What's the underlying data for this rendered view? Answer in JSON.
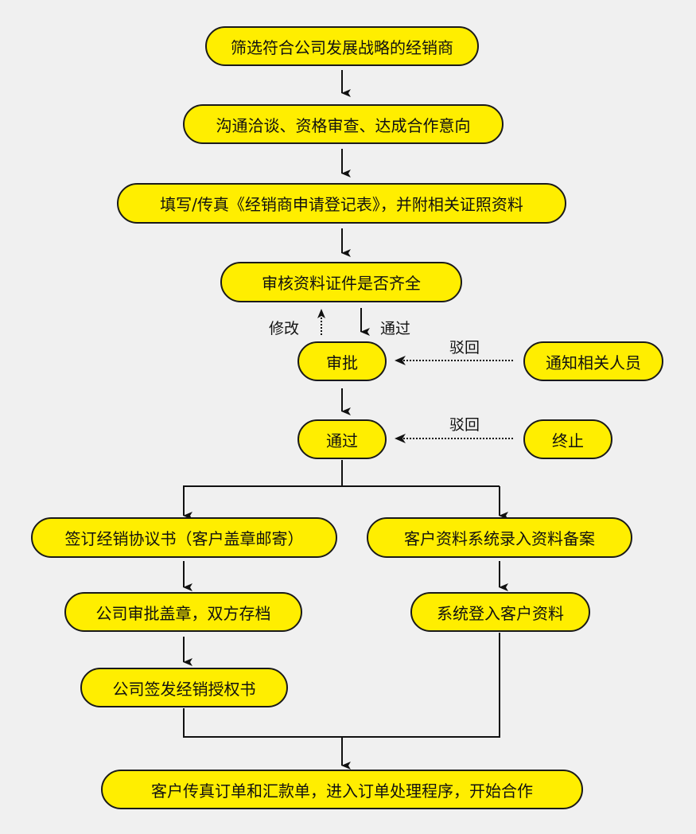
{
  "title": "经销商合作流程",
  "colors": {
    "node_fill": "#ffee00",
    "node_border": "#1a1a1a",
    "background": "#f0f0f0",
    "line": "#111111"
  },
  "nodes": {
    "screen": "筛选符合公司发展战略的经销商",
    "negotiate": "沟通洽谈、资格审查、达成合作意向",
    "fill_form": "填写/传真《经销商申请登记表》，并附相关证照资料",
    "review_docs": "审核资料证件是否齐全",
    "approve": "审批",
    "notify": "通知相关人员",
    "pass": "通过",
    "terminate": "终止",
    "sign_agreement": "签订经销协议书（客户盖章邮寄）",
    "company_stamp": "公司审批盖章，双方存档",
    "issue_license": "公司签发经销授权书",
    "record_info": "客户资料系统录入资料备案",
    "system_login": "系统登入客户资料",
    "start_cooperation": "客户传真订单和汇款单，进入订单处理程序，开始合作"
  },
  "edge_labels": {
    "modify": "修改",
    "passed": "通过",
    "reject_1": "驳回",
    "reject_2": "驳回"
  }
}
